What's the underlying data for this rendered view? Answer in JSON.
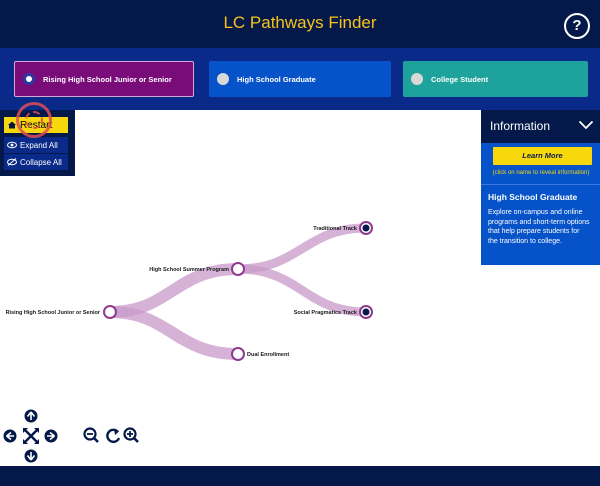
{
  "header": {
    "title": "LC Pathways Finder",
    "help_label": "?"
  },
  "choices": [
    {
      "label": "Rising High School Junior or Senior",
      "selected": true,
      "color": "#7a0c7a"
    },
    {
      "label": "High School Graduate",
      "selected": false,
      "color": "#0652c9"
    },
    {
      "label": "College Student",
      "selected": false,
      "color": "#1da39b"
    }
  ],
  "controls": {
    "restart": "Restart",
    "expand_all": "Expand All",
    "collapse_all": "Collapse All"
  },
  "info": {
    "header": "Information",
    "learn_more": "Learn More",
    "hint": "(click on name to reveal information)",
    "title": "High School Graduate",
    "description": "Explore on-campus and online programs and short-term options that help prepare students for the transition to college."
  },
  "tree": {
    "root": "Rising High School Junior or Senior",
    "summer": "High School Summer Program",
    "dual": "Dual Enrollment",
    "traditional": "Traditional Track",
    "social": "Social Pragmatics Track"
  },
  "colors": {
    "link": "#c89ac8",
    "node_ring": "#8e3a8e",
    "navy": "#04194a",
    "accent": "#f6c21b"
  }
}
